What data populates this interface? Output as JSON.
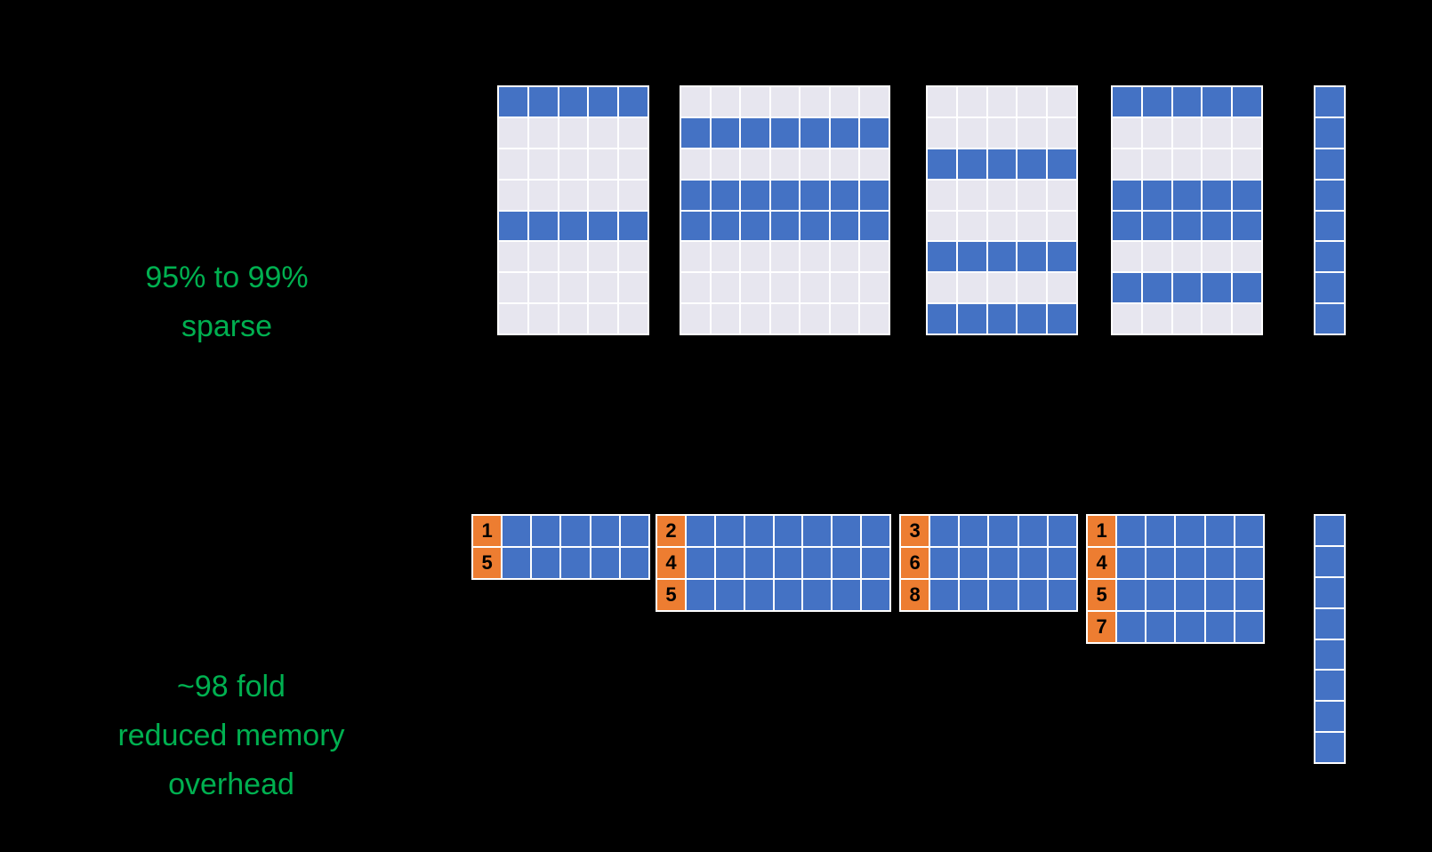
{
  "colors": {
    "background": "#000000",
    "grid_line": "#FFFFFF",
    "dense_cell": "#4472C4",
    "sparse_cell": "#E7E6EF",
    "index_cell": "#ED7D31",
    "index_text": "#000000",
    "annotation": "#00B050"
  },
  "annotations": {
    "sparsity": "95% to 99%\nsparse",
    "memory": "~98 fold\nreduced memory\noverhead"
  },
  "top_row": {
    "matrices": [
      {
        "cols": 5,
        "rows": 8,
        "dense_rows": [
          0,
          4
        ]
      },
      {
        "cols": 7,
        "rows": 8,
        "dense_rows": [
          1,
          3,
          4
        ]
      },
      {
        "cols": 5,
        "rows": 8,
        "dense_rows": [
          2,
          5,
          7
        ]
      },
      {
        "cols": 5,
        "rows": 8,
        "dense_rows": [
          0,
          3,
          4,
          6
        ]
      }
    ],
    "vector": {
      "cols": 1,
      "rows": 8,
      "dense_rows": [
        0,
        1,
        2,
        3,
        4,
        5,
        6,
        7
      ]
    }
  },
  "bottom_row": {
    "matrices": [
      {
        "cols": 5,
        "indices": [
          "1",
          "5"
        ]
      },
      {
        "cols": 7,
        "indices": [
          "2",
          "4",
          "5"
        ]
      },
      {
        "cols": 5,
        "indices": [
          "3",
          "6",
          "8"
        ]
      },
      {
        "cols": 5,
        "indices": [
          "1",
          "4",
          "5",
          "7"
        ]
      }
    ],
    "vector": {
      "cols": 1,
      "rows": 8,
      "dense_rows": [
        0,
        1,
        2,
        3,
        4,
        5,
        6,
        7
      ]
    }
  }
}
